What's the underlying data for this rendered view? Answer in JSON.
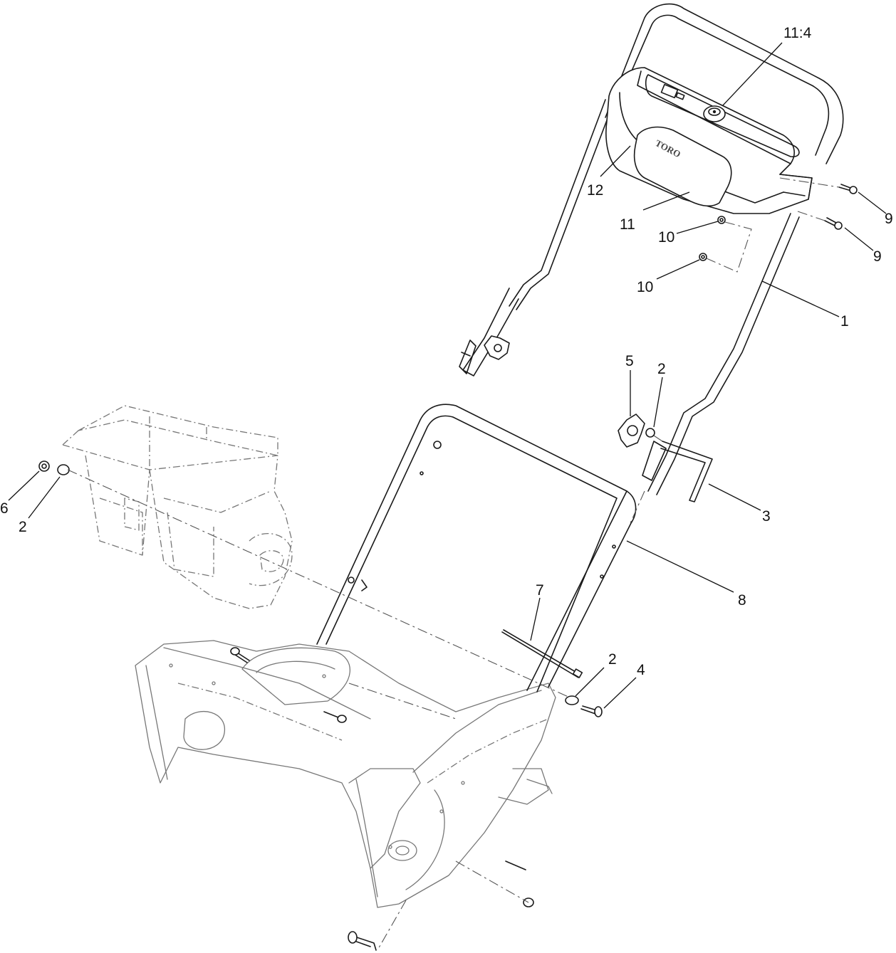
{
  "diagram": {
    "logo_text": "TORO",
    "callouts": [
      {
        "id": "c-11-4",
        "text": "11:4"
      },
      {
        "id": "c-12",
        "text": "12"
      },
      {
        "id": "c-11",
        "text": "11"
      },
      {
        "id": "c-10a",
        "text": "10"
      },
      {
        "id": "c-10b",
        "text": "10"
      },
      {
        "id": "c-9a",
        "text": "9"
      },
      {
        "id": "c-9b",
        "text": "9"
      },
      {
        "id": "c-1",
        "text": "1"
      },
      {
        "id": "c-5",
        "text": "5"
      },
      {
        "id": "c-2a",
        "text": "2"
      },
      {
        "id": "c-3",
        "text": "3"
      },
      {
        "id": "c-6",
        "text": "6"
      },
      {
        "id": "c-2b",
        "text": "2"
      },
      {
        "id": "c-8",
        "text": "8"
      },
      {
        "id": "c-7",
        "text": "7"
      },
      {
        "id": "c-2c",
        "text": "2"
      },
      {
        "id": "c-4",
        "text": "4"
      }
    ]
  }
}
